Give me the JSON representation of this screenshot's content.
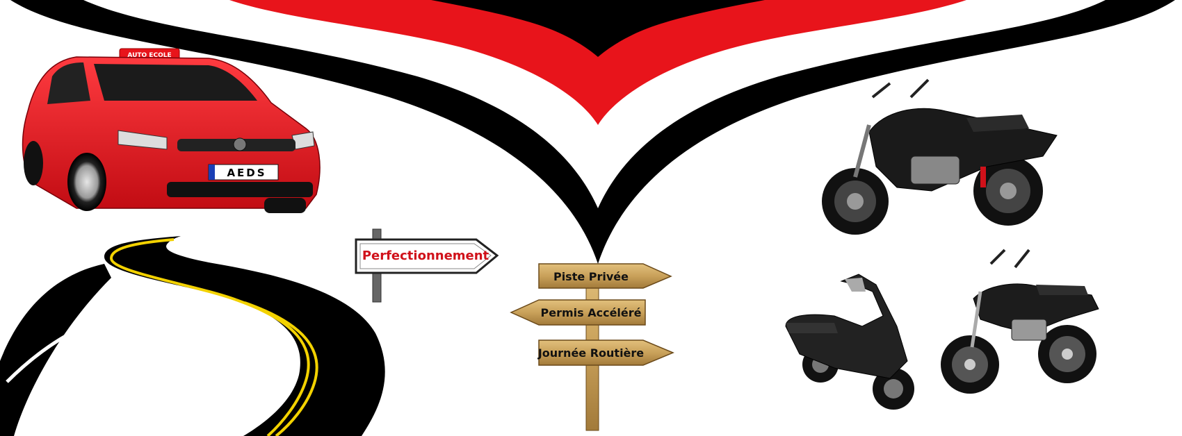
{
  "car": {
    "roof_sign": "AUTO ECOLE",
    "plate": "AEDS"
  },
  "signs": {
    "perfectionnement": "Perfectionnement",
    "piste_privee": "Piste Privée",
    "permis_accelere": "Permis Accéléré",
    "journee_routiere": "Journée Routière"
  },
  "colors": {
    "brand_red": "#e8141b",
    "brand_black": "#000000",
    "sign_wood": "#c9a15a",
    "sign_red_text": "#d0111a"
  }
}
